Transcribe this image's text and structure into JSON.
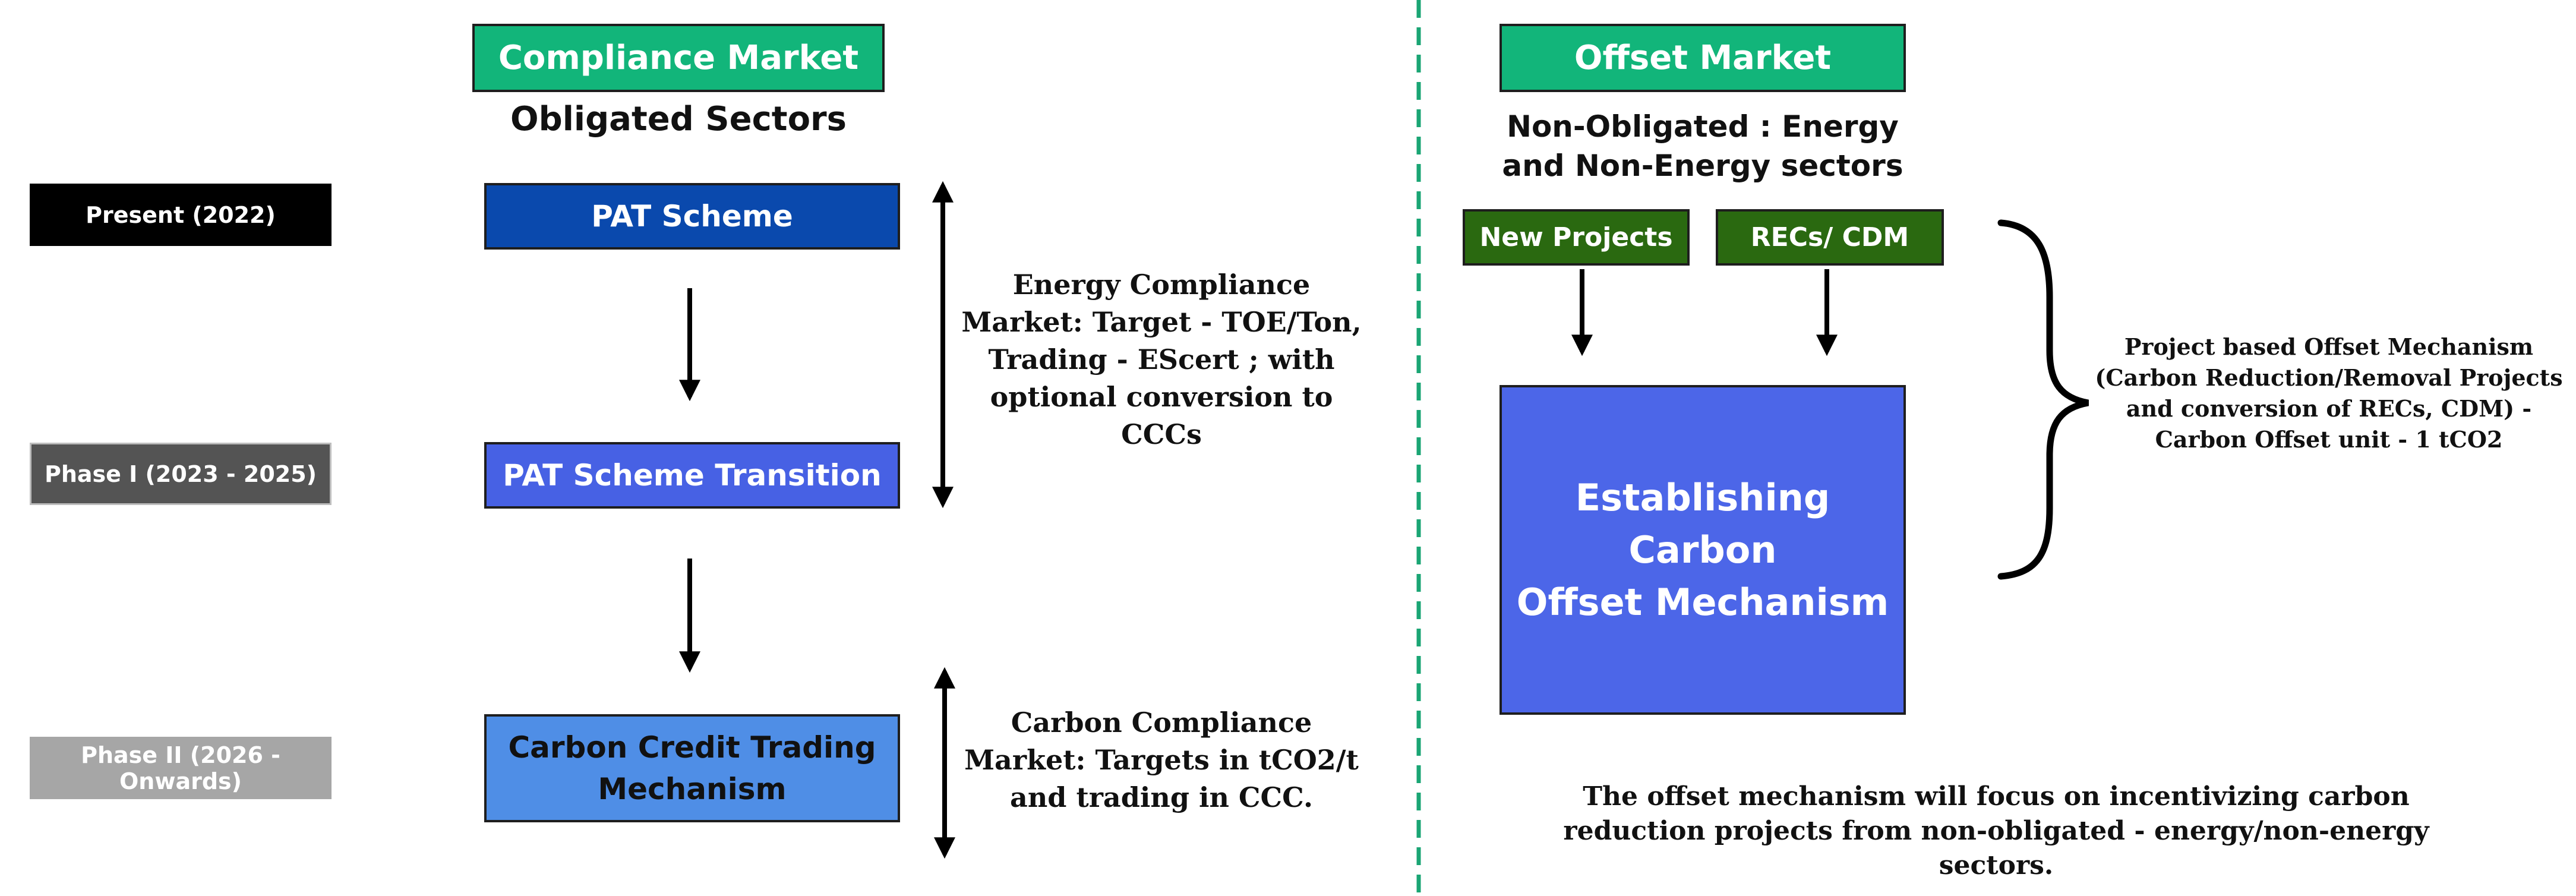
{
  "colors": {
    "green_header": "#12b57a",
    "dark_green": "#2a6910",
    "pat_blue": "#0a49ad",
    "transition_blue": "#4761e4",
    "cctm_blue": "#4f8ee6",
    "offset_blue": "#4c66e8",
    "present_black": "#000000",
    "phase1_gray": "#545454",
    "phase2_gray": "#a6a6a6",
    "divider_green": "#1aa574"
  },
  "phases": {
    "present": "Present (2022)",
    "phase1": "Phase I (2023 - 2025)",
    "phase2": "Phase II (2026 - Onwards)"
  },
  "compliance": {
    "header": "Compliance Market",
    "subheading": "Obligated Sectors",
    "pat_scheme": "PAT Scheme",
    "pat_transition": "PAT Scheme Transition",
    "cctm_line1": "Carbon Credit Trading",
    "cctm_line2": "Mechanism",
    "energy_market_text": "Energy Compliance Market: Target - TOE/Ton, Trading - EScert ; with optional conversion to CCCs",
    "carbon_market_text": "Carbon Compliance Market: Targets in tCO2/t and trading in CCC."
  },
  "offset": {
    "header": "Offset Market",
    "subheading_line1": "Non-Obligated : Energy",
    "subheading_line2": "and Non-Energy sectors",
    "new_projects": "New Projects",
    "recs_cdm": "RECs/ CDM",
    "mechanism_line1": "Establishing Carbon",
    "mechanism_line2": "Offset Mechanism",
    "brace_text": "Project based Offset Mechanism (Carbon Reduction/Removal Projects and conversion of RECs, CDM) - Carbon Offset unit - 1 tCO2",
    "footer_text": "The offset mechanism will focus on incentivizing carbon reduction projects from non-obligated - energy/non-energy sectors."
  }
}
